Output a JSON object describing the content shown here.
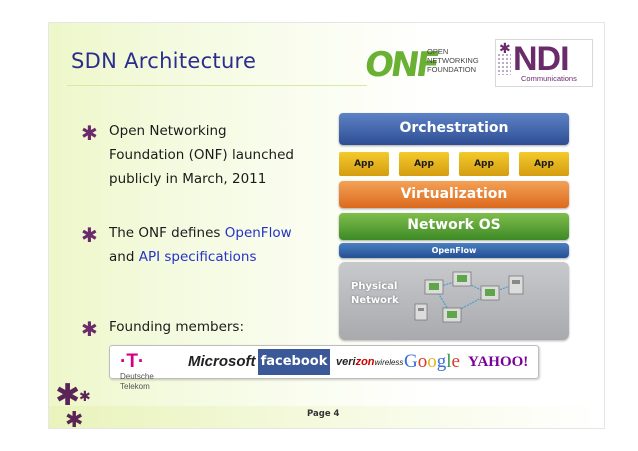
{
  "slide": {
    "title": "SDN Architecture",
    "page_label": "Page 4"
  },
  "logos": {
    "onf_letters": "ONF",
    "onf_text_line1": "OPEN NETWORKING",
    "onf_text_line2": "FOUNDATION",
    "ndi_letters": "NDI",
    "ndi_sub": "Communications"
  },
  "bullets": [
    {
      "lines": [
        "Open Networking",
        "Foundation (ONF) launched",
        "publicly in March, 2011"
      ]
    },
    {
      "pre": "The ONF defines ",
      "hl1": "OpenFlow",
      "mid": "and ",
      "hl2": "API specifications"
    },
    {
      "text": "Founding members:"
    }
  ],
  "diagram": {
    "orchestration": "Orchestration",
    "apps": [
      "App",
      "App",
      "App",
      "App"
    ],
    "virtualization": "Virtualization",
    "network_os": "Network OS",
    "openflow": "OpenFlow",
    "physical_line1": "Physical",
    "physical_line2": "Network"
  },
  "members": {
    "deutsche_line1": "Deutsche",
    "deutsche_line2": "Telekom",
    "deutsche_t": "·T·",
    "microsoft": "Microsoft",
    "facebook": "facebook",
    "verizon_a": "veri",
    "verizon_b": "zon",
    "verizon_c": "wireless",
    "google": "Google",
    "yahoo": "YAHOO!"
  },
  "colors": {
    "title": "#2b2c8c",
    "accent_purple": "#6b2a69",
    "highlight_blue": "#2533c7",
    "orchestration": "#3b5ea8",
    "app": "#e8b41f",
    "virtualization": "#e77f33",
    "network_os": "#5aa436",
    "openflow": "#2f5fa6",
    "physical": "#b6b7ba"
  }
}
